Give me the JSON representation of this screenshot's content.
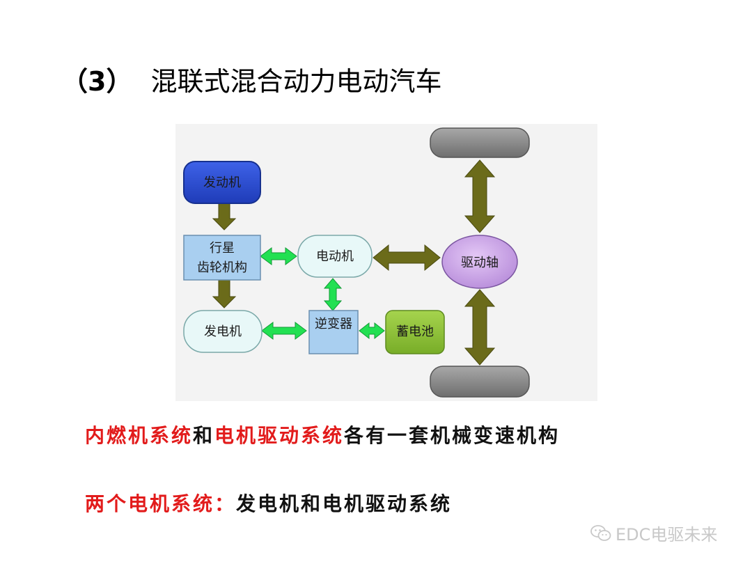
{
  "title": {
    "number": "（3）",
    "text": "混联式混合动力电动汽车"
  },
  "diagram": {
    "nodes": {
      "engine": "发动机",
      "planetary_line1": "行星",
      "planetary_line2": "齿轮机构",
      "motor": "电动机",
      "generator": "发电机",
      "inverter": "逆变器",
      "battery": "蓄电池",
      "drive_axle": "驱动轴"
    }
  },
  "text_lines": {
    "line1": {
      "red1": "内燃机系统",
      "black1": "和",
      "red2": "电机驱动系统",
      "black2": "各有一套机械变速机构"
    },
    "line2": {
      "red": "两个电机系统：",
      "black": "发电机和电机驱动系统"
    }
  },
  "watermark": {
    "text": "EDC电驱未来",
    "icon": "wechat-icon"
  },
  "colors": {
    "engine_fill": "#2d4fd6",
    "box_fill": "#a9cff0",
    "motor_fill": "#e8f8f8",
    "battery_fill": "#8dc23a",
    "axle_fill": "#c89be6",
    "wheel_fill": "#8c8c8c",
    "olive_arrow": "#6b6b1a",
    "green_arrow": "#22e052",
    "red_text": "#e21b1b"
  }
}
